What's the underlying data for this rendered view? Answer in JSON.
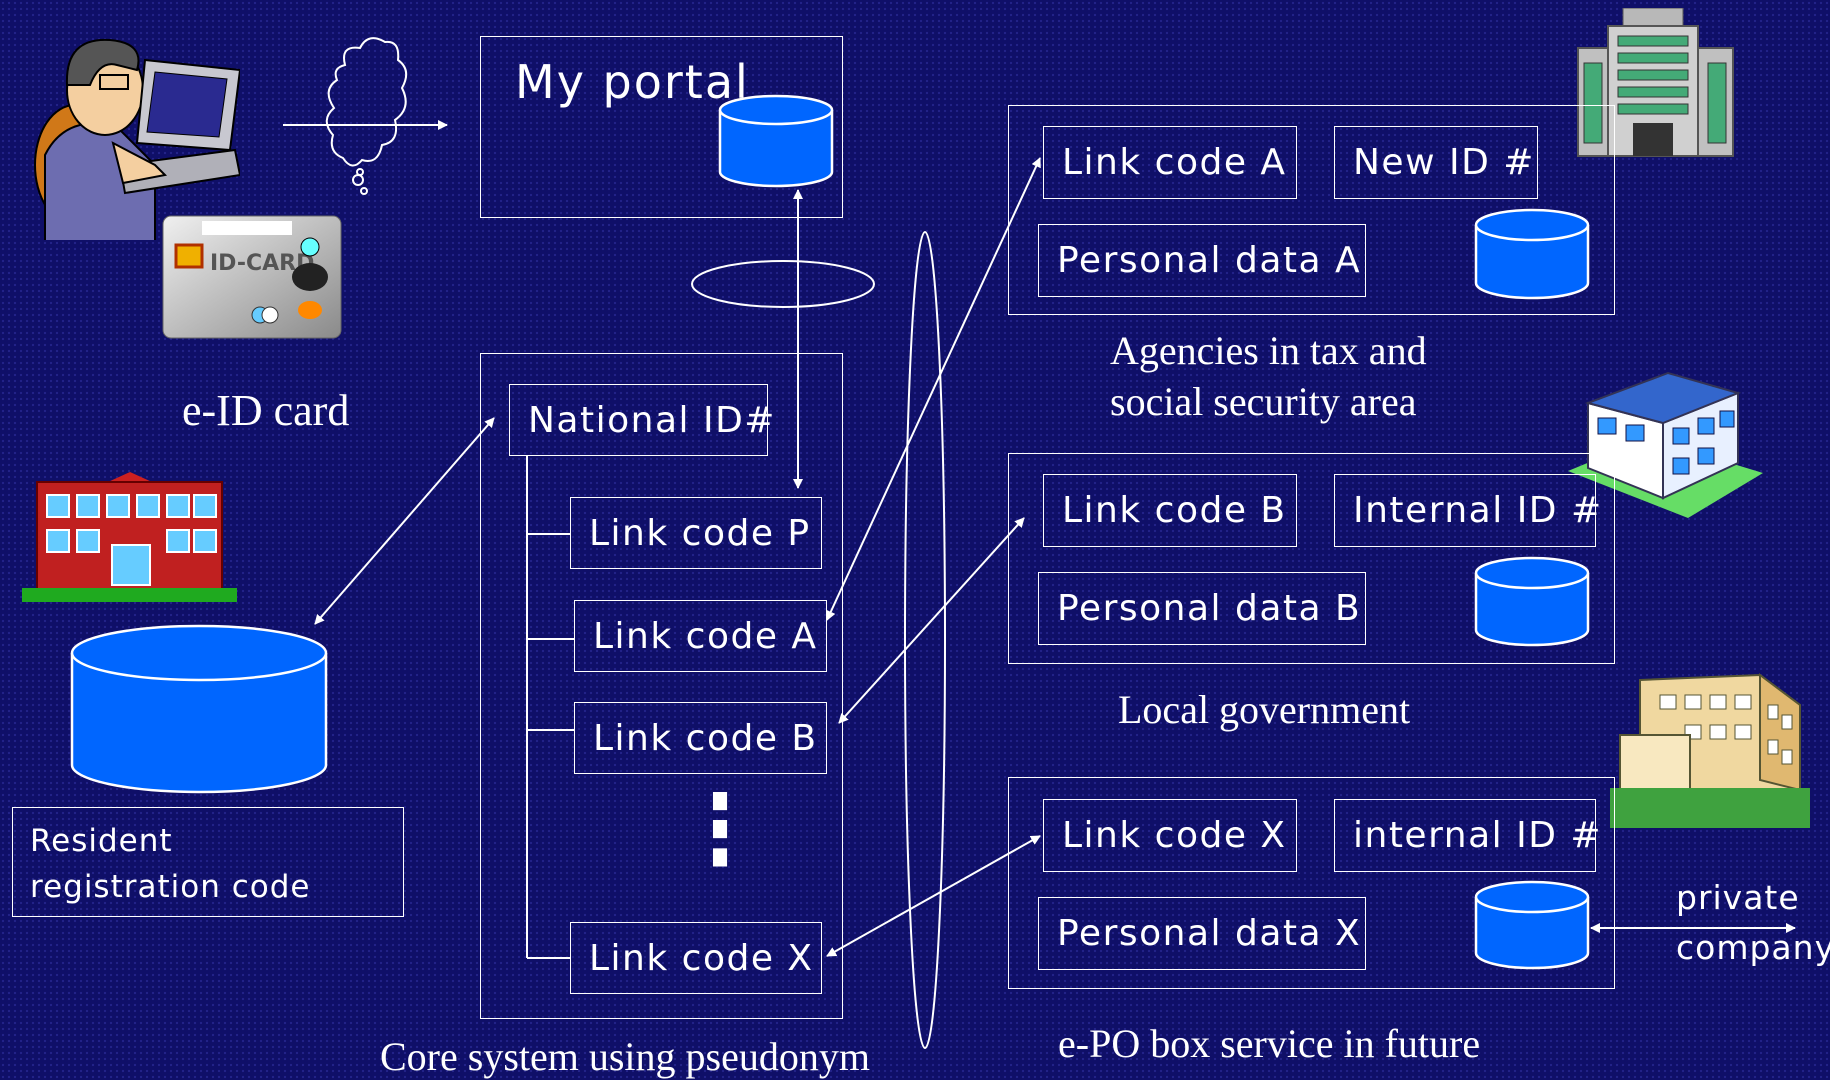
{
  "user": {
    "card_caption": "e-ID card"
  },
  "portal": {
    "title": "My portal"
  },
  "core": {
    "national_id": "National ID#",
    "link_p": "Link code P",
    "link_a": "Link code A",
    "link_b": "Link code B",
    "link_x": "Link code X",
    "ellipsis": "⋮",
    "caption": "Core system using pseudonym"
  },
  "resident": {
    "code_label": "Resident registration code"
  },
  "agencies": {
    "link": "Link code A",
    "new_id": "New ID #",
    "personal": "Personal data A",
    "caption_line1": "Agencies in tax and",
    "caption_line2": "social security area"
  },
  "local": {
    "link": "Link code B",
    "internal_id": "Internal ID #",
    "personal": "Personal data B",
    "caption": "Local government"
  },
  "epo": {
    "link": "Link code X",
    "internal_id": "internal ID #",
    "personal": "Personal data X",
    "private_line1": "private",
    "private_line2": "company",
    "caption": "e-PO box service in future"
  },
  "colors": {
    "background": "#0f0f68",
    "db_fill": "#0066ff",
    "lines": "#ffffff"
  }
}
